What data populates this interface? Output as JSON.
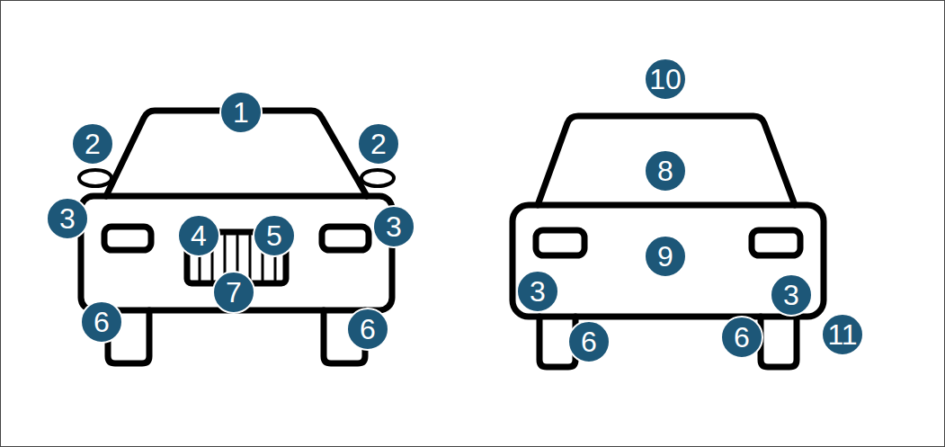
{
  "diagram": {
    "labels": [
      "1",
      "2",
      "2",
      "3",
      "4",
      "5",
      "3",
      "7",
      "6",
      "6",
      "10",
      "8",
      "3",
      "9",
      "3",
      "6",
      "6",
      "11"
    ]
  }
}
